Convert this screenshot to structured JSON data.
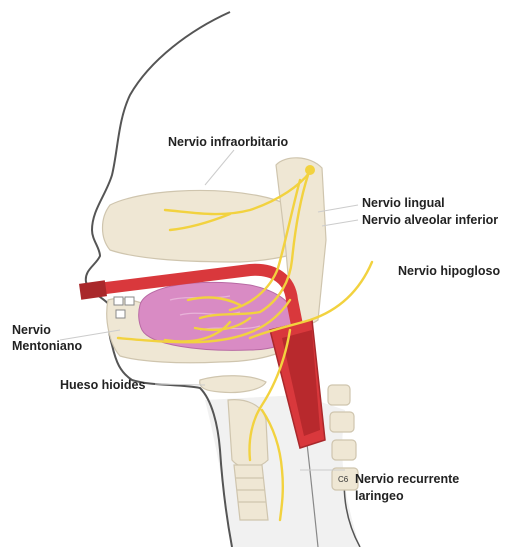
{
  "labels": {
    "infraorbital": "Nervio infraorbitario",
    "lingual": "Nervio lingual",
    "alveolar": "Nervio alveolar inferior",
    "hypoglossal": "Nervio hipogloso",
    "mental_line1": "Nervio",
    "mental_line2": "Mentoniano",
    "hyoid": "Hueso hioides",
    "recurrent_line1": "Nervio recurrente",
    "recurrent_line2": "laringeo",
    "vertebra": "C6"
  },
  "colors": {
    "bone": "#efe7d4",
    "bone_stroke": "#cfc5ae",
    "nerve": "#f2d23f",
    "tube": "#d9383c",
    "tube_dark": "#a9282b",
    "tongue": "#d98bc4",
    "outline": "#555555",
    "tissue": "#dcdcdc"
  }
}
